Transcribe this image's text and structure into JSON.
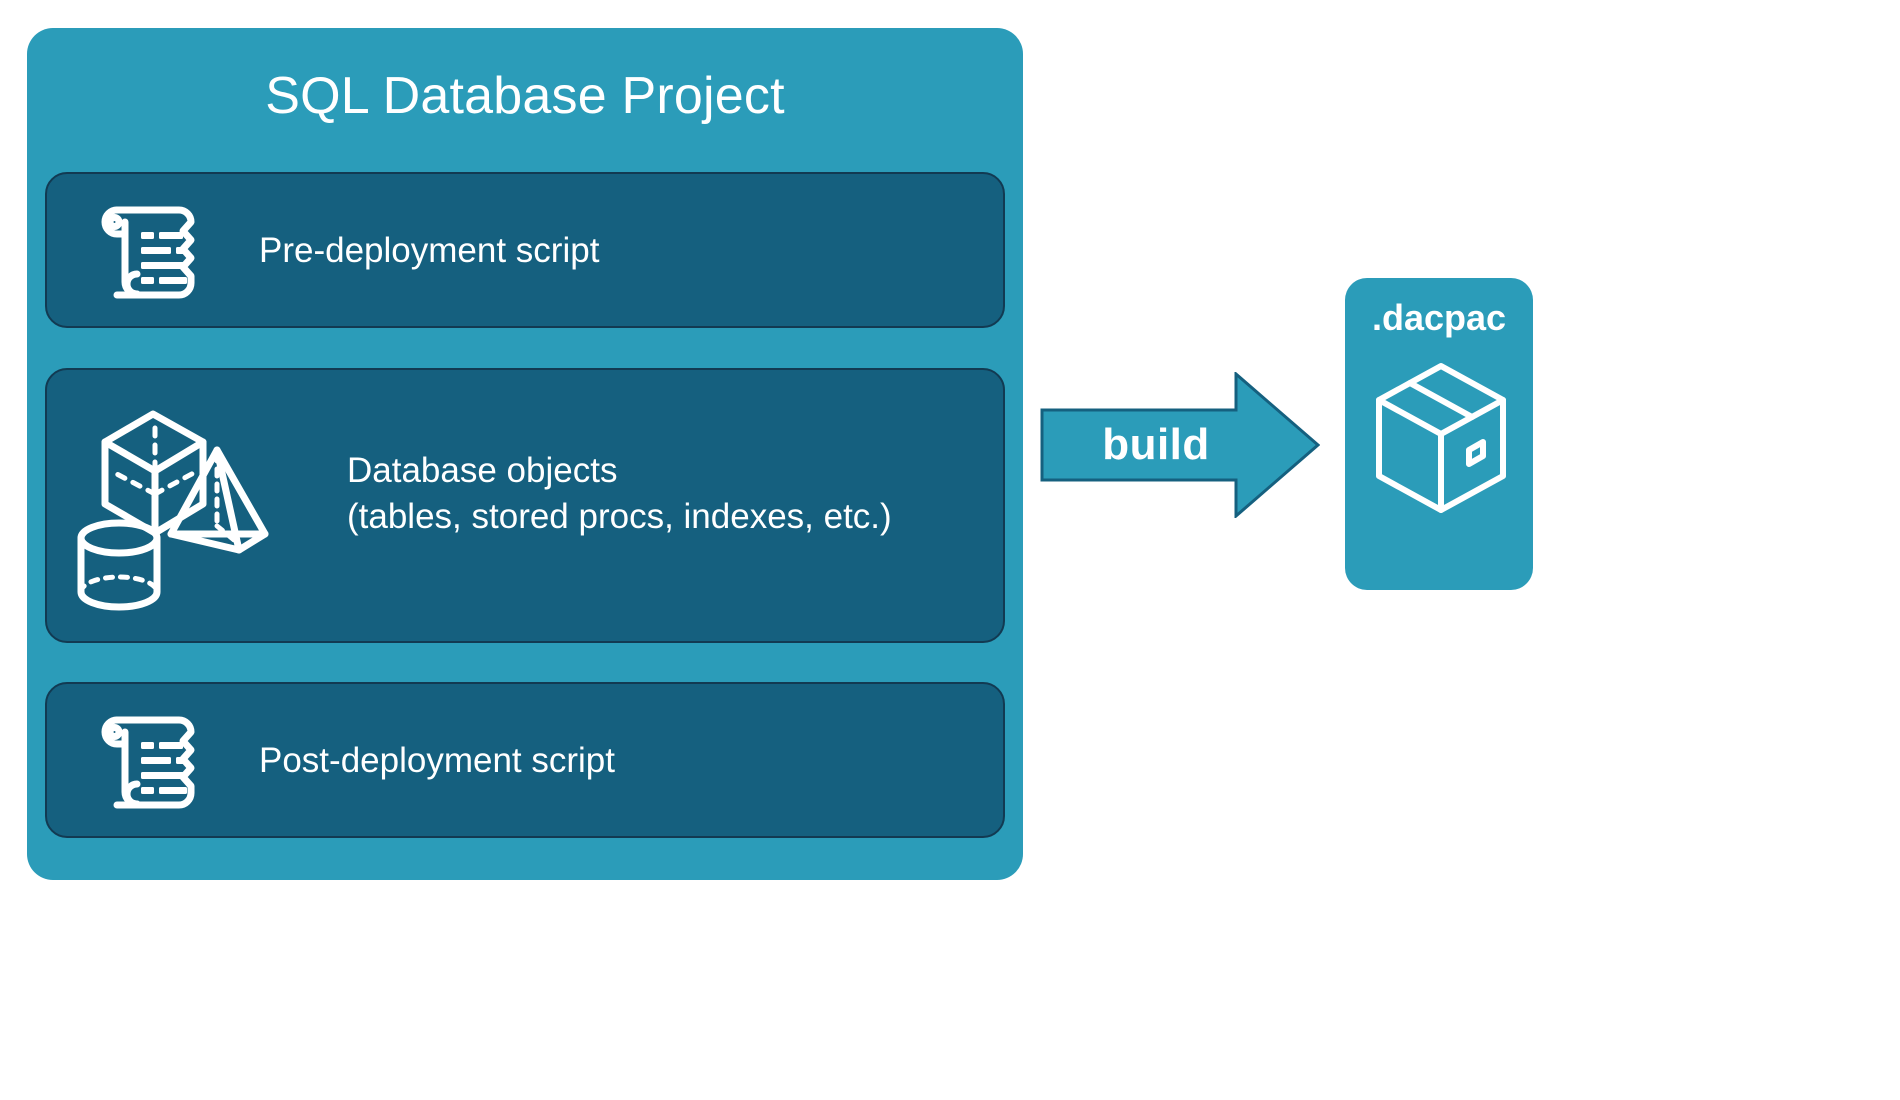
{
  "diagram": {
    "type": "flow-diagram",
    "title": "SQL Database Project build to dacpac",
    "background_color": "#ffffff"
  },
  "project": {
    "title": "SQL Database Project",
    "container_color": "#2b9cb9",
    "panel_color": "#15607f",
    "panel_border_color": "#123a52",
    "text_color": "#ffffff",
    "panels": [
      {
        "id": "pre-deployment",
        "icon": "scroll-icon",
        "label": "Pre-deployment script"
      },
      {
        "id": "database-objects",
        "icon": "3d-shapes-icon",
        "label": "Database objects\n(tables, stored procs, indexes, etc.)"
      },
      {
        "id": "post-deployment",
        "icon": "scroll-icon",
        "label": "Post-deployment script"
      }
    ]
  },
  "arrow": {
    "label": "build",
    "fill_color": "#2b9cb9",
    "stroke_color": "#15607f",
    "direction": "right"
  },
  "output": {
    "label": ".dacpac",
    "icon": "package-box-icon",
    "card_color": "#2b9cb9",
    "text_color": "#ffffff"
  }
}
